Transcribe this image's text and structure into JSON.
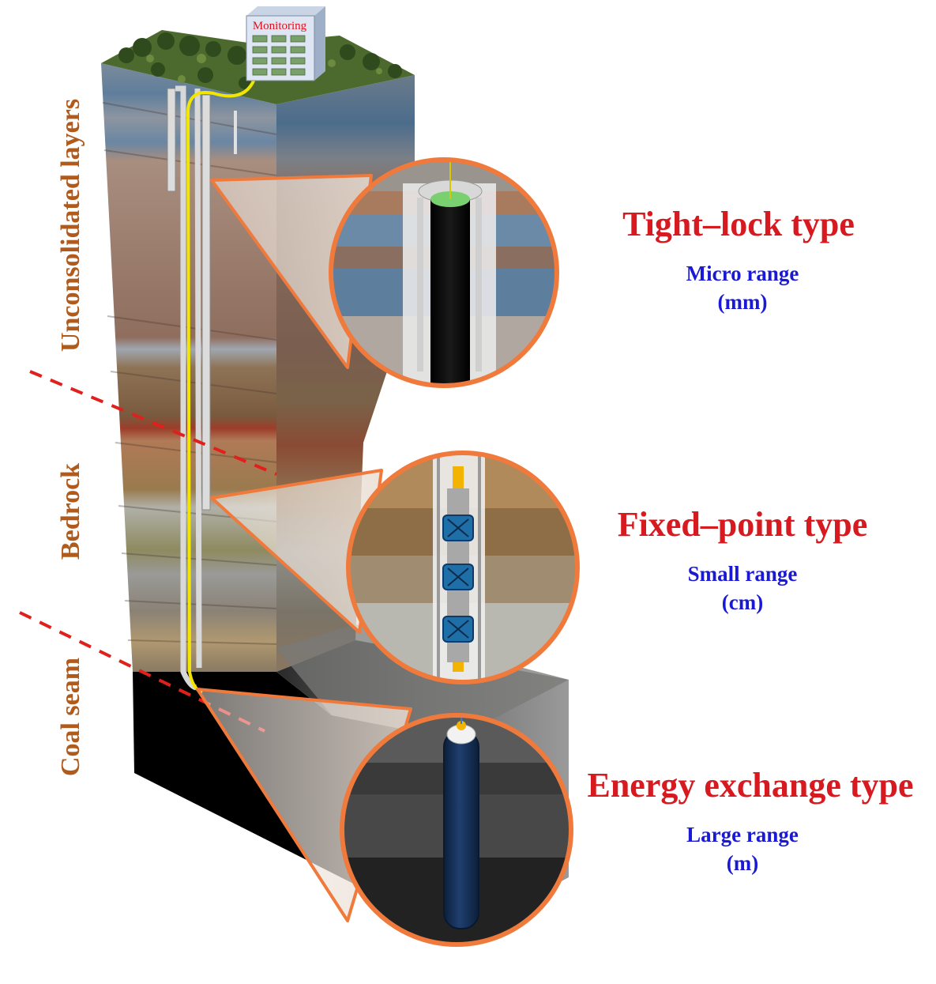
{
  "monitoring_label": "Monitoring",
  "zones": [
    {
      "label": "Unconsolidated layers"
    },
    {
      "label": "Bedrock"
    },
    {
      "label": "Coal seam"
    }
  ],
  "sensor_types": [
    {
      "title": "Tight–lock type",
      "range": "Micro range",
      "unit": "(mm)"
    },
    {
      "title": "Fixed–point type",
      "range": "Small range",
      "unit": "(cm)"
    },
    {
      "title": "Energy exchange type",
      "range": "Large range",
      "unit": "(m)"
    }
  ],
  "colors": {
    "title": "#d71920",
    "range": "#1a1ad6",
    "zone_label": "#b05a1c",
    "callout": "#f07a3c",
    "fiber": "#f2e600",
    "boundary": "#e0201c"
  }
}
